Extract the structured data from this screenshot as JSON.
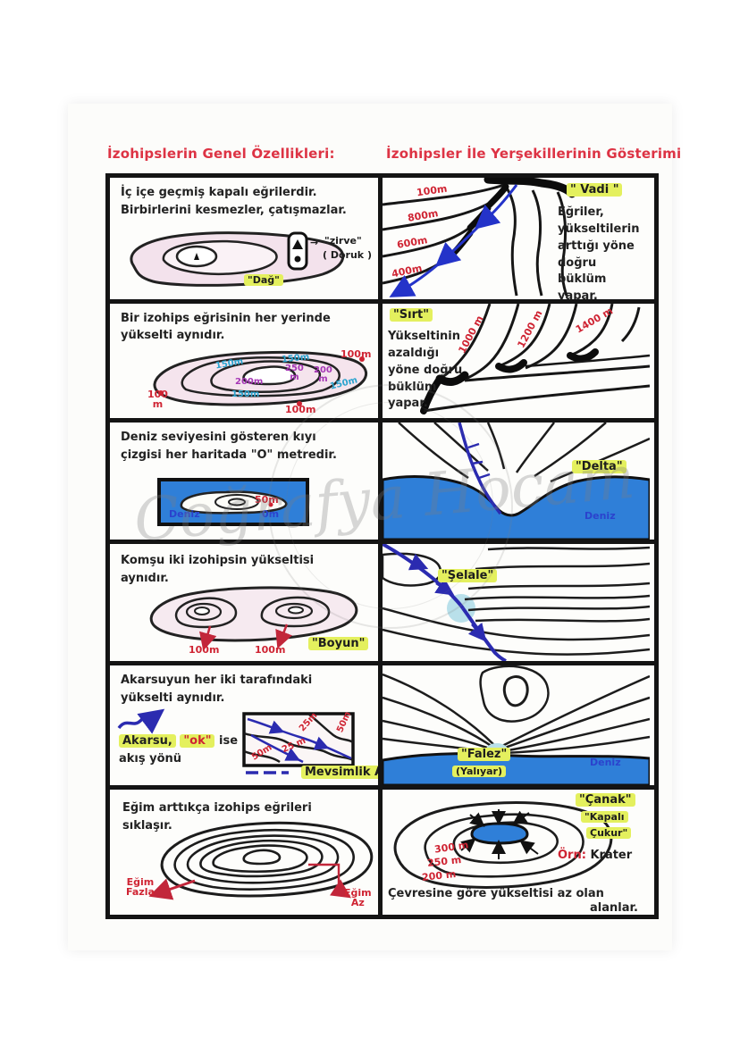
{
  "header": {
    "left_title": "İzohipslerin Genel Özellikleri:",
    "right_title": "İzohipsler İle Yerşekillerinin Gösterimi"
  },
  "watermark": "Coğrafya Hocam",
  "rows": [
    {
      "left": {
        "line1": "İç içe geçmiş kapalı eğrilerdir.",
        "line2": "Birbirlerini kesmezler, çatışmazlar.",
        "dag_label": "\"Dağ\"",
        "zirve_arrow": "→",
        "zirve_label": "\"zirve\"",
        "zirve_sub": "( Doruk )"
      },
      "right": {
        "title": "\" Vadi \"",
        "body": "Eğriler, yükseltilerin arttığı yöne doğru büklüm yapar.",
        "c1": "100m",
        "c2": "800m",
        "c3": "600m",
        "c4": "400m"
      }
    },
    {
      "left": {
        "line1": "Bir izohips eğrisinin her yerinde yükselti aynıdır.",
        "l100_left_a": "100",
        "l100_left_b": "m",
        "l150_a": "150m",
        "l150_b": "150m",
        "l200_a": "200m",
        "l250_a": "250",
        "l250_b": "m",
        "l200_b_a": "200",
        "l200_b_b": "m",
        "l150_c": "150m",
        "l150_d": "150m",
        "l100_bottom": "100m",
        "l100_right": "100m"
      },
      "right": {
        "title": "\"Sırt\"",
        "body": "Yükseltinin azaldığı yöne doğru büklüm yapar.",
        "c1": "1000 m",
        "c2": "1200 m",
        "c3": "1400 m"
      }
    },
    {
      "left": {
        "line1": "Deniz seviyesini gösteren kıyı",
        "line2": "çizgisi her haritada  \"O\" metredir.",
        "deniz": "Deniz",
        "l50": "50m",
        "l0": "0m"
      },
      "right": {
        "title": "\"Delta\"",
        "deniz": "Deniz"
      }
    },
    {
      "left": {
        "line1": "Komşu iki izohipsin yükseltisi",
        "line2": "aynıdır.",
        "l100_a": "100m",
        "l100_b": "100m",
        "boyun": "\"Boyun\""
      },
      "right": {
        "title": "\"Şelale\""
      }
    },
    {
      "left": {
        "line1": "Akarsuyun her iki tarafındaki",
        "line2": "yükselti aynıdır.",
        "akarsu": "Akarsu,",
        "ok": "\"ok\"",
        "ise": " ise",
        "line3": "akış yönü",
        "dashes": "— — —",
        "mevsimlik": "Mevsimlik A.",
        "b25_a": "25m",
        "b50_a": "50m",
        "b25_b": "25 m",
        "b50_b": "50m"
      },
      "right": {
        "title": "\"Falez\"",
        "subtitle": "(Yalıyar)",
        "deniz": "Deniz"
      }
    },
    {
      "left": {
        "line1": "Eğim arttıkça izohips eğrileri",
        "line2": "sıklaşır.",
        "egim_fazla_1": "Eğim",
        "egim_fazla_2": "Fazla",
        "egim_az_1": "Eğim",
        "egim_az_2": "Az"
      },
      "right": {
        "title": "\"Çanak\"",
        "subtitle1": "\"Kapalı",
        "subtitle2": "Çukur\"",
        "orn": "Örn:",
        "krater": "Krater",
        "c1": "300 m",
        "c2": "250 m",
        "c3": "200 m",
        "bottom1": "Çevresine göre yükseltisi az olan",
        "bottom2": "alanlar."
      }
    }
  ]
}
